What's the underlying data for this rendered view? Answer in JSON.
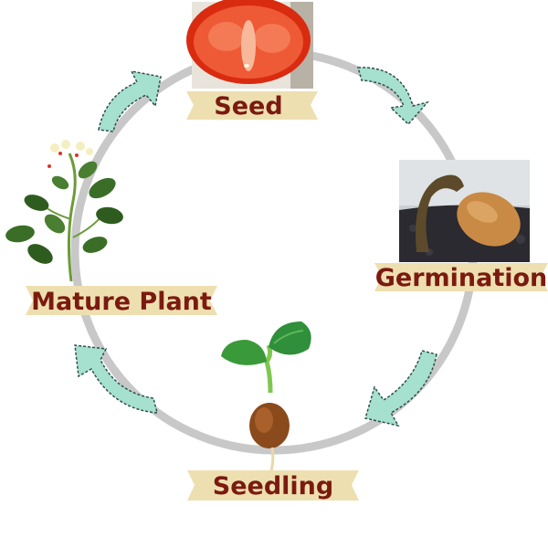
{
  "title": "",
  "stages": [
    {
      "id": "seed",
      "label": "Seed",
      "image": "tomato-seed-cross-section"
    },
    {
      "id": "germination",
      "label": "Germination",
      "image": "germinating-seed"
    },
    {
      "id": "seedling",
      "label": "Seedling",
      "image": "seedling-sprout"
    },
    {
      "id": "mature",
      "label": "Mature Plant",
      "image": "mature-tomato-plant"
    }
  ],
  "colors": {
    "ring": "#c8c8c8",
    "arrow_fill": "#a6e0cf",
    "arrow_stroke": "#2f4f4a",
    "label_bg": "#eedfb0",
    "label_text": "#7a1a10"
  }
}
